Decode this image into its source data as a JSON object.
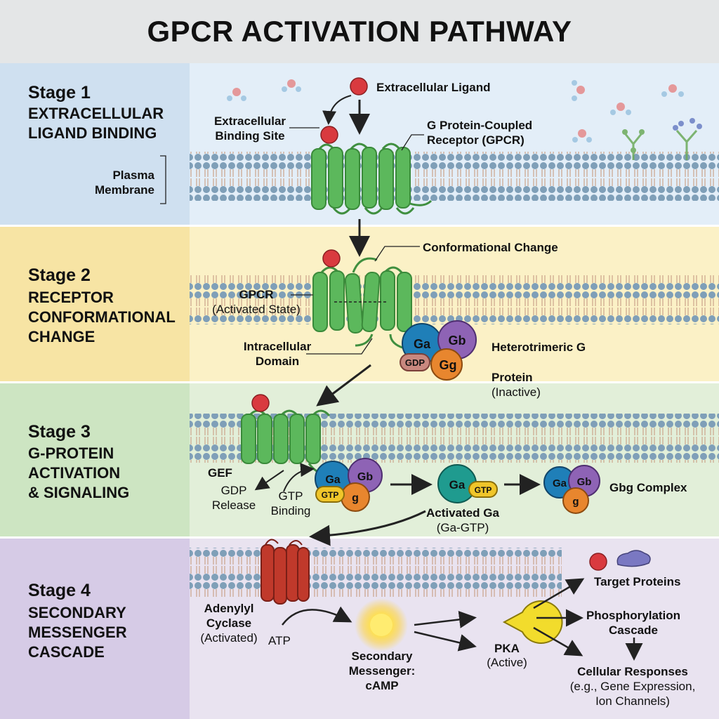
{
  "title": "GPCR ACTIVATION PATHWAY",
  "colors": {
    "stage1_left": "#cfe0f0",
    "stage1_right": "#e3eef8",
    "stage2_left": "#f7e4a4",
    "stage2_right": "#fbf1c6",
    "stage3_left": "#cde5c2",
    "stage3_right": "#e2efd9",
    "stage4_left": "#d6cbe6",
    "stage4_right": "#e9e3f0",
    "gpcr": "#5cb85c",
    "cyclase": "#c0392b",
    "ligand": "#d93a3f",
    "galpha": "#1f7fb8",
    "gbeta": "#8e63b5",
    "ggamma": "#e8862e",
    "gdp": "#c9887f",
    "gtp": "#f0c62a",
    "pka": "#f2dc2c",
    "camp": "#ffd93b"
  },
  "stages": [
    {
      "number": "Stage 1",
      "name": "EXTRACELLULAR\nLIGAND BINDING",
      "labels": {
        "ligand": "Extracellular Ligand",
        "binding_site": "Extracellular\nBinding Site",
        "receptor": "G Protein-Coupled\nReceptor (GPCR)",
        "membrane": "Plasma\nMembrane"
      }
    },
    {
      "number": "Stage 2",
      "name": "RECEPTOR\nCONFORMATIONAL\nCHANGE",
      "labels": {
        "conformational": "Conformational Change",
        "gpcr": "GPCR",
        "gpcr_state": "(Activated State)",
        "intracellular": "Intracellular\nDomain",
        "gprotein": "Heterotrimeric G",
        "gprotein_line2": "Protein",
        "gprotein_state": "(Inactive)"
      },
      "molecules": {
        "ga": "Ga",
        "gb": "Gb",
        "gg": "Gg",
        "gdp": "GDP"
      }
    },
    {
      "number": "Stage 3",
      "name": "G-PROTEIN\nACTIVATION\n& SIGNALING",
      "labels": {
        "gef": "GEF",
        "gdp_release": "GDP\nRelease",
        "gtp_binding": "GTP\nBinding",
        "activated_ga": "Activated Ga",
        "activated_ga_sub": "(Ga-GTP)",
        "gbg_complex": "Gbg Complex"
      },
      "molecules": {
        "ga": "Ga",
        "gb": "Gb",
        "g": "g",
        "gtp": "GTP"
      }
    },
    {
      "number": "Stage 4",
      "name": "SECONDARY\nMESSENGER\nCASCADE",
      "labels": {
        "adenylyl": "Adenylyl\nCyclase",
        "adenylyl_state": "(Activated)",
        "atp": "ATP",
        "secondary": "Secondary\nMessenger:\ncAMP",
        "pka": "PKA",
        "pka_state": "(Active)",
        "target_proteins": "Target Proteins",
        "phosphorylation": "Phosphorylation\nCascade",
        "cellular_responses": "Cellular Responses",
        "cellular_examples": "(e.g., Gene Expression,\nIon Channels)"
      }
    }
  ]
}
